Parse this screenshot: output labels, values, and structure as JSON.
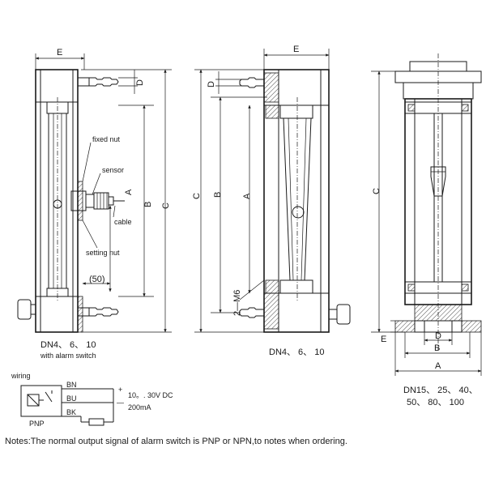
{
  "left_view": {
    "dim_e": "E",
    "dim_d": "D",
    "dim_a": "A",
    "dim_b": "B",
    "dim_c": "C",
    "dim_50": "(50)",
    "label_fixed_nut": "fixed nut",
    "label_sensor": "sensor",
    "label_cable": "cable",
    "label_setting_nut": "setting nut",
    "caption_line1": "DN4、 6、 10",
    "caption_line2": "with alarm switch"
  },
  "middle_view": {
    "dim_e": "E",
    "dim_d": "D",
    "dim_a": "A",
    "dim_b": "B",
    "dim_c": "C",
    "dim_thread": "2—M6",
    "caption": "DN4、 6、 10"
  },
  "right_view": {
    "dim_c": "C",
    "dim_e": "E",
    "dim_d": "D",
    "dim_b": "B",
    "dim_a": "A",
    "caption_line1": "DN15、 25、 40、",
    "caption_line2": "50、 80、 100"
  },
  "wiring": {
    "title": "wiring",
    "wire_bn": "BN",
    "wire_bu": "BU",
    "wire_bk": "BK",
    "plus": "+",
    "minus": "—",
    "voltage": "10。. 30V DC",
    "current": "200mA",
    "type": "PNP"
  },
  "notes": "Notes:The normal output signal of alarm switch is PNP or NPN,to notes when ordering."
}
